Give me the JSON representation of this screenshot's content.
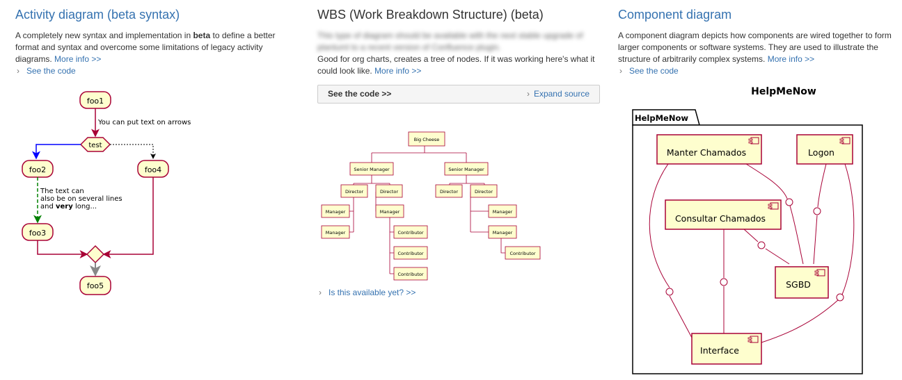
{
  "activity": {
    "title": "Activity diagram (beta syntax)",
    "desc_pre": "A completely new syntax and implementation in ",
    "desc_bold": "beta",
    "desc_post": " to define a better format and syntax and overcome some limitations of legacy activity diagrams.",
    "more_info": "More info >>",
    "see_code": "See the code",
    "diagram": {
      "foo1": "foo1",
      "test": "test",
      "foo2": "foo2",
      "foo4": "foo4",
      "foo3": "foo3",
      "foo5": "foo5",
      "arrow_note": "You can put text on arrows",
      "note_l1": "The text can",
      "note_l2": "also be on several lines",
      "note_l3_pre": "and ",
      "note_l3_bold": "very",
      "note_l3_post": " long..."
    }
  },
  "wbs": {
    "title": "WBS (Work Breakdown Structure) (beta)",
    "blurred": "This type of diagram should be available with the next stable upgrade of plantuml to a recent version of Confluence plugin.",
    "desc": "Good for org charts, creates a tree of nodes. If it was working here's what it could look like.",
    "more_info": "More info >>",
    "see_code": "See the code >>",
    "expand": "Expand source",
    "available": "Is this available yet? >>",
    "nodes": {
      "root": "Big Cheese",
      "sm": "Senior Manager",
      "dir": "Director",
      "mgr": "Manager",
      "contrib": "Contributor"
    }
  },
  "component": {
    "title": "Component diagram",
    "desc": "A component diagram depicts how components are wired together to form larger components or software systems. They are used to illustrate the structure of arbitrarily complex systems.",
    "more_info": "More info >>",
    "see_code": "See the code",
    "diagram_title": "HelpMeNow",
    "package": "HelpMeNow",
    "components": {
      "manter": "Manter Chamados",
      "logon": "Logon",
      "consultar": "Consultar Chamados",
      "sgbd": "SGBD",
      "interface": "Interface"
    }
  },
  "colors": {
    "link": "#3572b0",
    "node_fill": "#fefece",
    "node_border": "#a80036"
  }
}
